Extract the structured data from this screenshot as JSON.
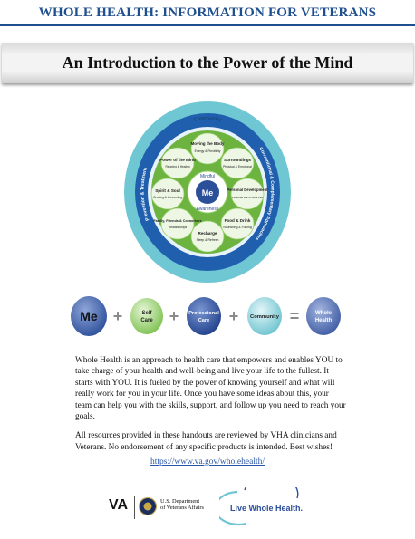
{
  "header": {
    "title": "WHOLE HEALTH: INFORMATION FOR VETERANS"
  },
  "banner": {
    "title": "An Introduction to the Power of the Mind"
  },
  "wheel": {
    "outer_ring_label": "Community",
    "left_ring_label": "Prevention & Treatment",
    "right_ring_label": "Conventional & Complementary Approaches",
    "center": "Me",
    "mindful_top": "Mindful",
    "mindful_bottom": "Awareness",
    "petals": [
      {
        "title": "Moving the Body",
        "sub": "Energy & Flexibility"
      },
      {
        "title": "Surroundings",
        "sub": "Physical & Emotional"
      },
      {
        "title": "Personal Development",
        "sub": "Personal Life & Work Life"
      },
      {
        "title": "Food & Drink",
        "sub": "Nourishing & Fueling"
      },
      {
        "title": "Recharge",
        "sub": "Sleep & Refresh"
      },
      {
        "title": "Family, Friends & Co-workers",
        "sub": "Relationships"
      },
      {
        "title": "Spirit & Soul",
        "sub": "Growing & Connecting"
      },
      {
        "title": "Power of the Mind",
        "sub": "Relaxing & Healing"
      }
    ]
  },
  "equation": {
    "items": [
      "Me",
      "Self Care",
      "Professional Care",
      "Community",
      "Whole Health"
    ],
    "plus": "+",
    "equals": "="
  },
  "body": {
    "paragraph1": "Whole Health is an approach to health care that empowers and enables YOU to take charge of your health and well-being and live your life to the fullest. It starts with YOU. It is fueled by the power of knowing yourself and what will really work for you in your life. Once you have some ideas about this, your team can help you with the skills, support, and follow up you need to reach your goals.",
    "paragraph2": "All resources provided in these handouts are reviewed by VHA clinicians and Veterans. No endorsement of any specific products is intended. Best wishes!",
    "link": "https://www.va.gov/wholehealth/"
  },
  "footer": {
    "va_mark": "VA",
    "va_dept_line1": "U.S. Department",
    "va_dept_line2": "of Veterans Affairs",
    "lwh_logo": "Live Whole Health."
  },
  "colors": {
    "navy": "#1e4f8f",
    "outer_ring": "#6fc6d3",
    "blue_ring": "#1f5fae",
    "green": "#6cb33f",
    "me_blue": "#2c4f9a"
  }
}
